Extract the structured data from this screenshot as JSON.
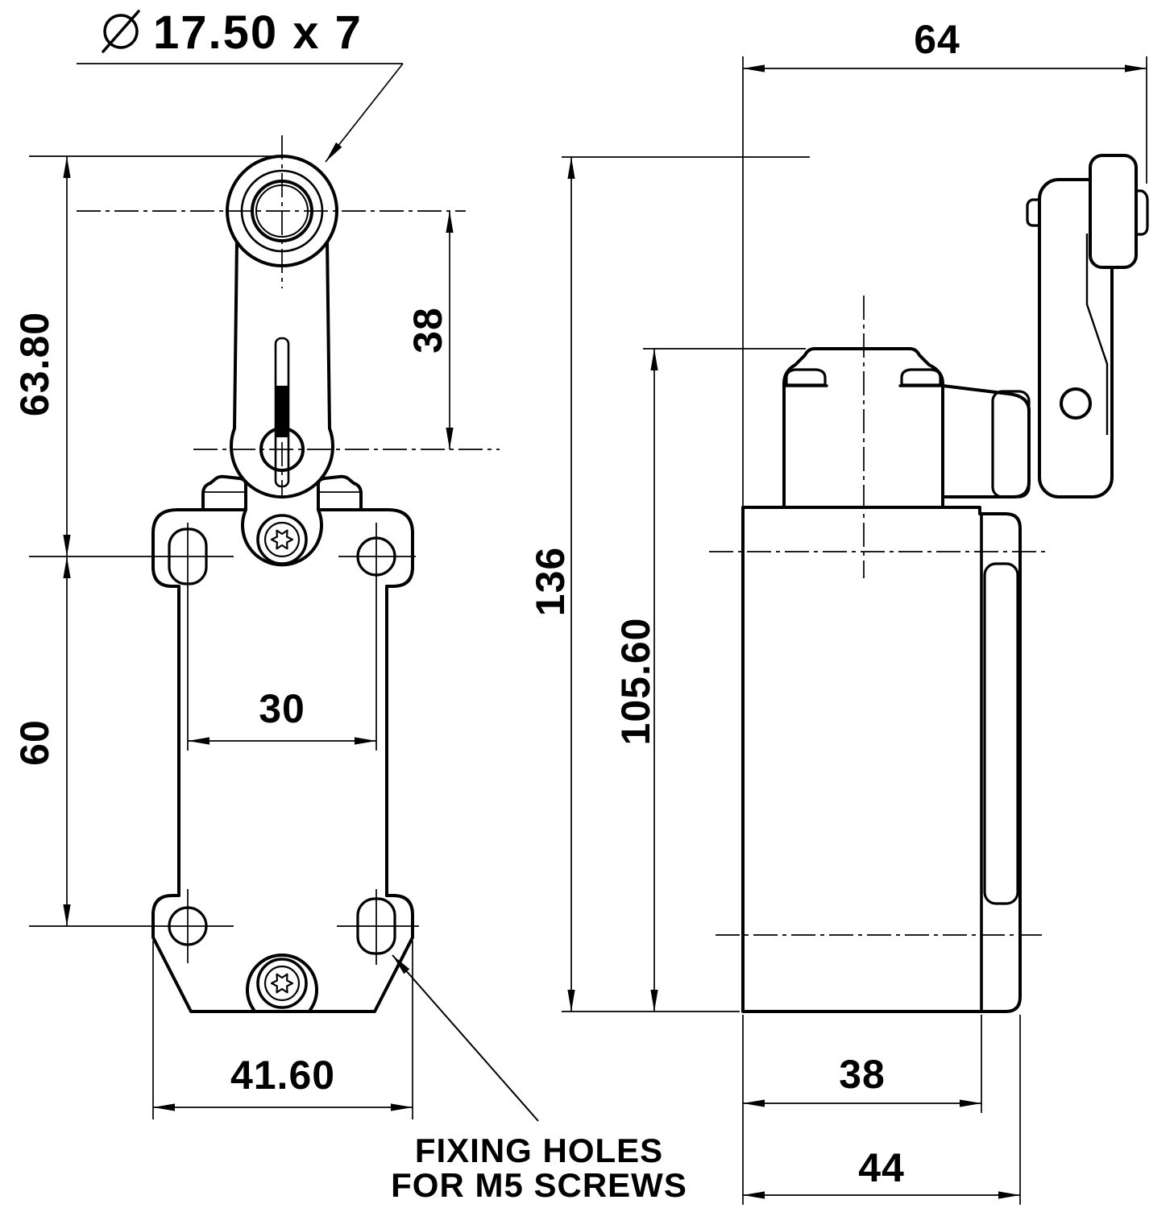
{
  "drawing": {
    "background_color": "#ffffff",
    "line_color": "#000000",
    "callout_roller": {
      "diameter_symbol": "⌀",
      "text": "17.50 x 7"
    },
    "note": {
      "line1": "FIXING HOLES",
      "line2": "FOR M5 SCREWS"
    },
    "front_view": {
      "dim_roller_top_to_holes": "63.80",
      "dim_roller_center_to_pivot": "38",
      "dim_hole_rows_spacing": "60",
      "dim_hole_columns_spacing": "30",
      "dim_flange_width": "41.60"
    },
    "side_view": {
      "dim_overall_depth": "64",
      "dim_overall_height": "136",
      "dim_head_to_bottom": "105.60",
      "dim_body_depth": "38",
      "dim_total_depth": "44"
    }
  }
}
